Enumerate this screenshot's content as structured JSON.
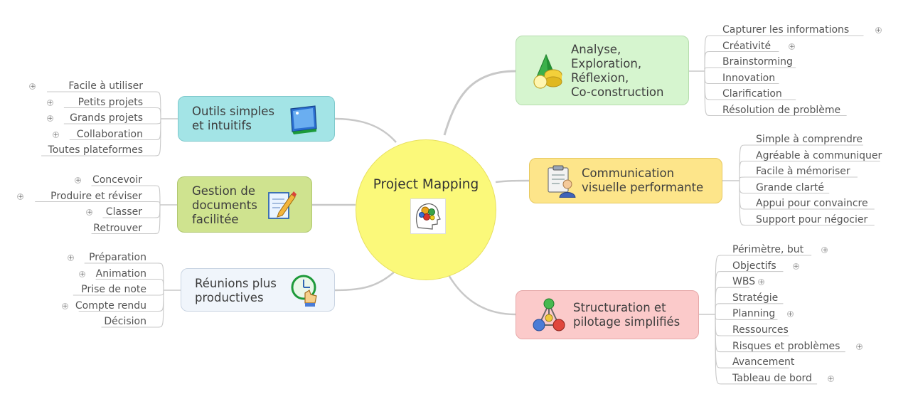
{
  "central": {
    "title": "Project Mapping",
    "image_icon": "head-gears-icon"
  },
  "branches": {
    "analyse": {
      "label": "Analyse,\nExploration,\nRéflexion,\nCo-construction",
      "icon": "3d-shapes-icon",
      "color": "#d6f5cf",
      "items": [
        {
          "label": "Capturer les informations",
          "expand": true
        },
        {
          "label": "Créativité",
          "expand": true
        },
        {
          "label": "Brainstorming",
          "expand": false
        },
        {
          "label": "Innovation",
          "expand": false
        },
        {
          "label": "Clarification",
          "expand": false
        },
        {
          "label": "Résolution de problème",
          "expand": false
        }
      ]
    },
    "communication": {
      "label": "Communication\nvisuelle performante",
      "icon": "presenter-clipboard-icon",
      "color": "#fde58a",
      "items": [
        {
          "label": "Simple à comprendre",
          "expand": false
        },
        {
          "label": "Agréable à communiquer",
          "expand": false
        },
        {
          "label": "Facile à mémoriser",
          "expand": false
        },
        {
          "label": "Grande clarté",
          "expand": false
        },
        {
          "label": "Appui pour convaincre",
          "expand": false
        },
        {
          "label": "Support pour négocier",
          "expand": false
        }
      ]
    },
    "structuration": {
      "label": "Structuration et\npilotage simplifiés",
      "icon": "network-nodes-icon",
      "color": "#fbcaca",
      "items": [
        {
          "label": "Périmètre, but",
          "expand": true
        },
        {
          "label": "Objectifs",
          "expand": true
        },
        {
          "label": "WBS",
          "expand": true
        },
        {
          "label": "Stratégie",
          "expand": false
        },
        {
          "label": "Planning",
          "expand": true
        },
        {
          "label": "Ressources",
          "expand": false
        },
        {
          "label": "Risques et problèmes",
          "expand": true
        },
        {
          "label": "Avancement",
          "expand": false
        },
        {
          "label": "Tableau de bord",
          "expand": true
        }
      ]
    },
    "outils": {
      "label": "Outils simples\net intuitifs",
      "icon": "blue-tablet-icon",
      "color": "#a3e4e6",
      "items": [
        {
          "label": "Facile à utiliser",
          "expand": true
        },
        {
          "label": "Petits projets",
          "expand": true
        },
        {
          "label": "Grands projets",
          "expand": true
        },
        {
          "label": "Collaboration",
          "expand": true
        },
        {
          "label": "Toutes plateformes",
          "expand": false
        }
      ]
    },
    "gestion": {
      "label": "Gestion de\ndocuments\nfacilitée",
      "icon": "document-pencil-icon",
      "color": "#cfe38f",
      "items": [
        {
          "label": "Concevoir",
          "expand": true
        },
        {
          "label": "Produire et réviser",
          "expand": true
        },
        {
          "label": "Classer",
          "expand": true
        },
        {
          "label": "Retrouver",
          "expand": false
        }
      ]
    },
    "reunions": {
      "label": "Réunions plus\nproductives",
      "icon": "clock-hand-icon",
      "color": "#f0f5fb",
      "items": [
        {
          "label": "Préparation",
          "expand": true
        },
        {
          "label": "Animation",
          "expand": true
        },
        {
          "label": "Prise de note",
          "expand": false
        },
        {
          "label": "Compte rendu",
          "expand": true
        },
        {
          "label": "Décision",
          "expand": false
        }
      ]
    }
  },
  "colors": {
    "connector": "#c8c8c8",
    "center_fill": "#fbf97a"
  }
}
